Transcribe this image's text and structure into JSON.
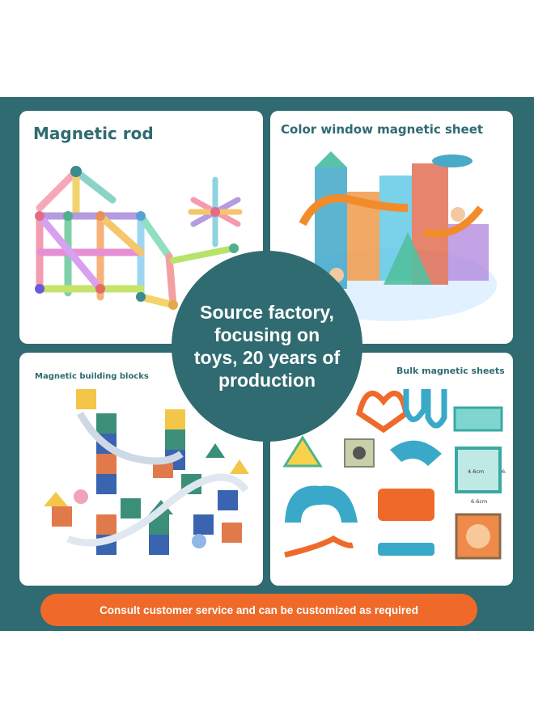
{
  "cards": {
    "rod": {
      "title": "Magnetic rod"
    },
    "window_sheet": {
      "title": "Color window magnetic sheet"
    },
    "building_blocks": {
      "title": "Magnetic building blocks"
    },
    "bulk_sheets": {
      "title": "Bulk magnetic sheets",
      "dim_a": "4.6cm",
      "dim_b": "6.6cm",
      "dim_c": "6."
    }
  },
  "center_text": "Source factory, focusing on toys, 20 years of production",
  "banner_text": "Consult customer service and can be customized as required",
  "colors": {
    "teal": "#2f6b70",
    "orange": "#ef6a2a",
    "white": "#ffffff"
  }
}
